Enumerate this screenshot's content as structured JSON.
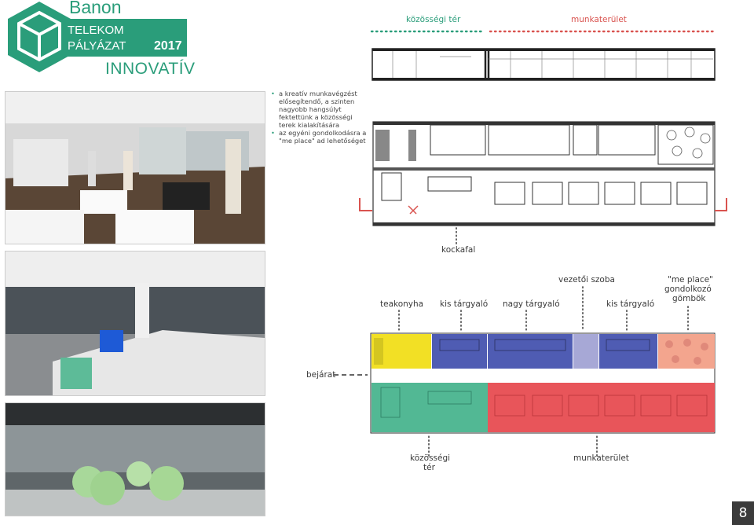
{
  "logo": {
    "brand": "Banon",
    "line1": "TELEKOM",
    "line2": "PÁLYÁZAT",
    "year": "2017",
    "tagline": "INNOVATÍV",
    "accent": "#2a9d7a"
  },
  "section_header": {
    "left": "közösségi tér",
    "right": "munkaterület"
  },
  "bullets": [
    "a kreatív munkavégzést elősegítendő, a szinten nagyobb hangsúlyt fektettünk a közösségi terek kialakítására",
    "az egyéni gondolkodásra a \"me place\" ad lehetőséget"
  ],
  "plan_labels": {
    "kockafal": "kockafal",
    "teakonyha": "teakonyha",
    "kis_targyalo_1": "kis tárgyaló",
    "nagy_targyalo": "nagy tárgyaló",
    "vezetoi_szoba": "vezetői szoba",
    "kis_targyalo_2": "kis tárgyaló",
    "me_place": "\"me place\"",
    "gondolkozo": "gondolkozó",
    "gombok": "gömbök",
    "bejarat": "bejárat",
    "kozossegi_1": "közösségi",
    "kozossegi_2": "tér",
    "munkaterulet": "munkaterület"
  },
  "zone_colors": {
    "teakonyha": "#f2e025",
    "kis_targyalo": "#4f5cb3",
    "vezetoi": "#a7a8d6",
    "me_place": "#f3a58e",
    "kozossegi": "#52b894",
    "munkaterulet": "#e8555a",
    "teal": "#2a9d7a",
    "red": "#d9534f"
  },
  "page_number": "8"
}
